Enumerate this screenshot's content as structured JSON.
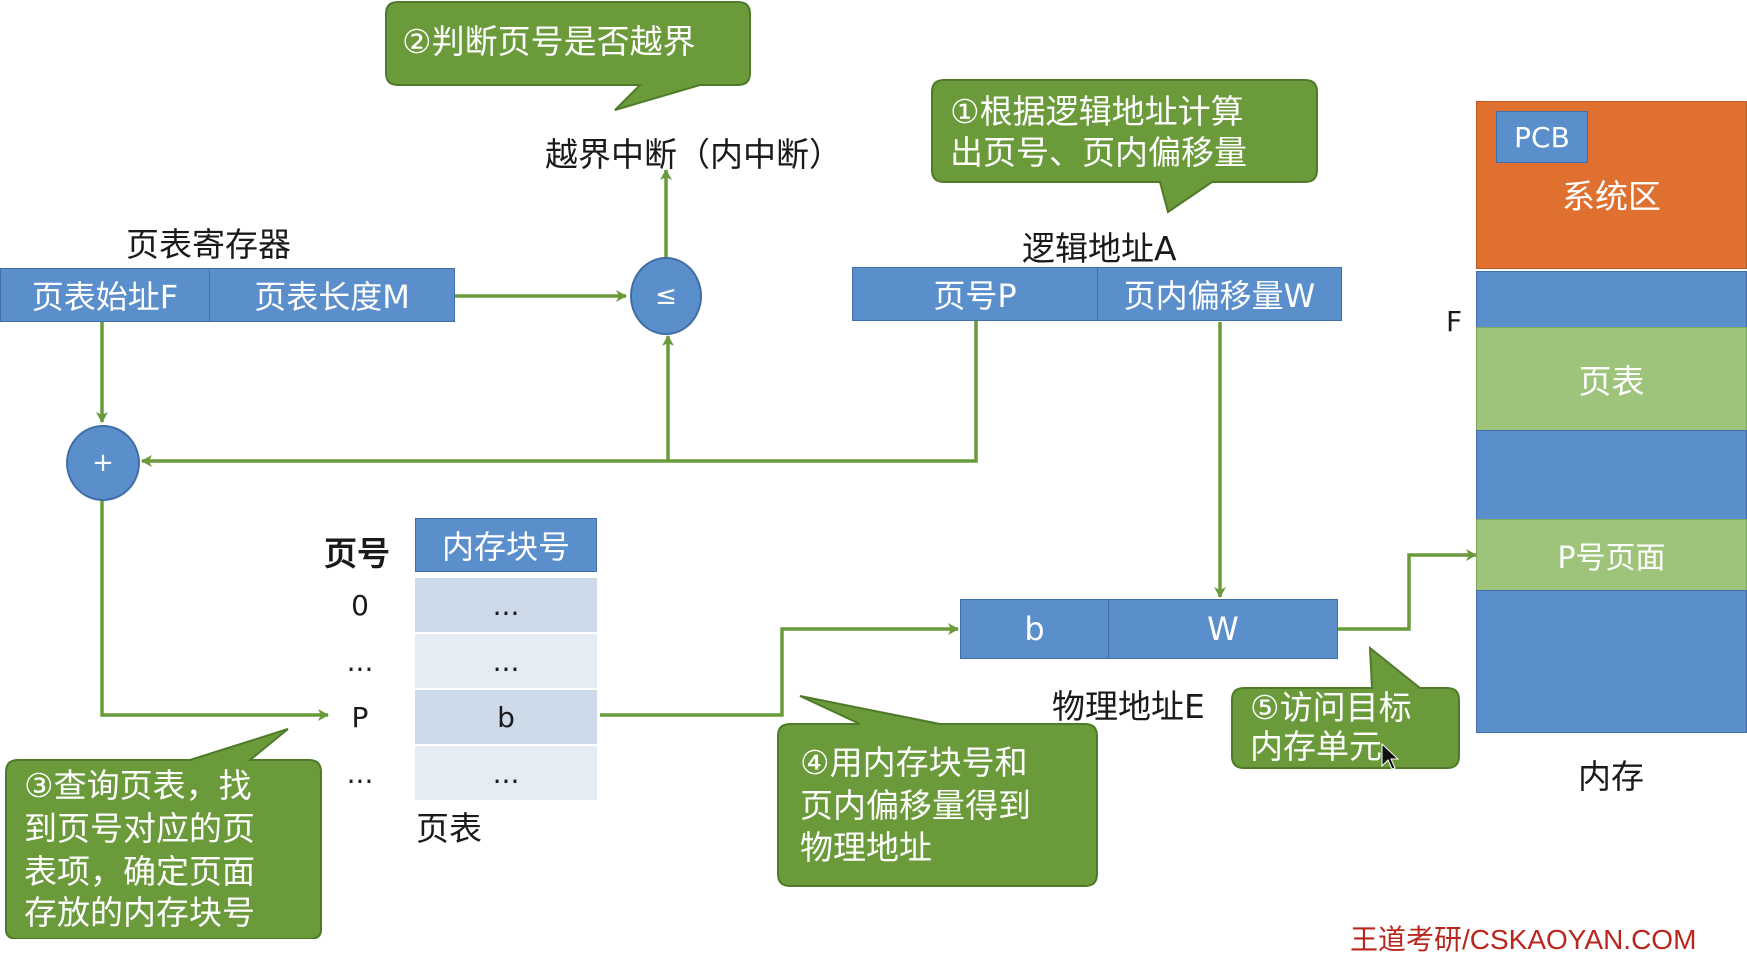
{
  "page_table_register": {
    "title": "页表寄存器",
    "start_addr": "页表始址F",
    "length": "页表长度M"
  },
  "compare_symbol": "≤",
  "add_symbol": "+",
  "overflow_label": "越界中断（内中断）",
  "logical_address": {
    "title": "逻辑地址A",
    "page_no": "页号P",
    "offset": "页内偏移量W"
  },
  "page_table": {
    "header_page": "页号",
    "header_block": "内存块号",
    "rows": [
      {
        "page": "0",
        "block": "..."
      },
      {
        "page": "...",
        "block": "..."
      },
      {
        "page": "P",
        "block": "b"
      },
      {
        "page": "...",
        "block": "..."
      }
    ],
    "caption": "页表"
  },
  "physical_address": {
    "block": "b",
    "offset": "W",
    "label": "物理地址E"
  },
  "memory": {
    "pcb": "PCB",
    "system_area": "系统区",
    "f_marker": "F",
    "page_table": "页表",
    "p_page": "P号页面",
    "caption": "内存"
  },
  "callouts": {
    "step1_line1": "①根据逻辑地址计算",
    "step1_line2": "出页号、页内偏移量",
    "step2": "②判断页号是否越界",
    "step3_line1": "③查询页表，找",
    "step3_line2": "到页号对应的页",
    "step3_line3": "表项，确定页面",
    "step3_line4": "存放的内存块号",
    "step4_line1": "④用内存块号和",
    "step4_line2": "页内偏移量得到",
    "step4_line3": "物理地址",
    "step5_line1": "⑤访问目标",
    "step5_line2": "内存单元"
  },
  "watermark": "王道考研/CSKAOYAN.COM",
  "colors": {
    "blue": "#5b8fcb",
    "green_callout": "#6a9a3a",
    "orange": "#e07030",
    "light_green": "#9dc47a",
    "arrow": "#6a9a3a"
  }
}
